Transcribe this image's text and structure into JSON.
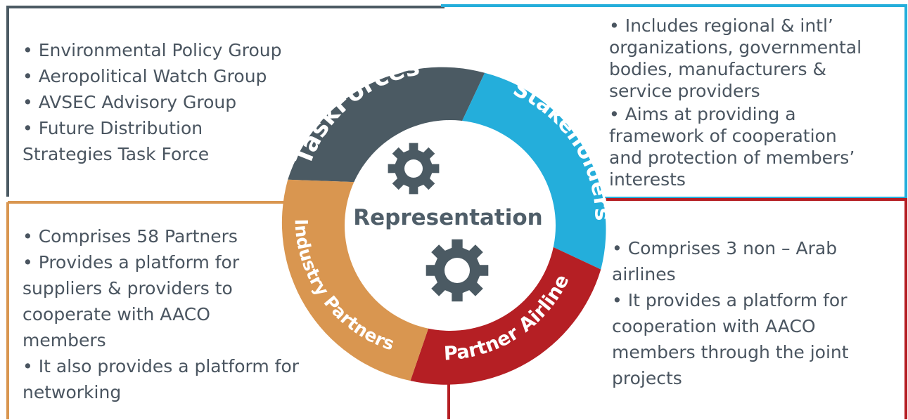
{
  "center": {
    "title": "Representation"
  },
  "colors": {
    "taskforces": "#4b5a63",
    "stakeholders": "#24aedb",
    "partner_airlines": "#b51f24",
    "industry_partners": "#d99650",
    "gear": "#4b5a63",
    "text": "#4a5560"
  },
  "segments": {
    "taskforces": "TaskForces",
    "stakeholders": "Stakeholders",
    "partner_airlines": "Partner Airlines",
    "industry_partners": "Industry Partners"
  },
  "quadrants": {
    "taskforces": {
      "lines": [
        "• Environmental Policy Group",
        "• Aeropolitical Watch Group",
        "• AVSEC Advisory Group",
        "• Future Distribution",
        "   Strategies Task Force"
      ]
    },
    "stakeholders": {
      "lines": [
        "• Includes regional & intl’",
        "   organizations, governmental",
        "   bodies, manufacturers &",
        "   service providers",
        "• Aims at providing a",
        "   framework of cooperation",
        "   and protection of members’",
        "   interests"
      ]
    },
    "industry_partners": {
      "lines": [
        "• Comprises 58 Partners",
        "• Provides a platform for",
        "   suppliers & providers to",
        "   cooperate with AACO",
        "   members",
        "• It also provides a platform for",
        "   networking"
      ]
    },
    "partner_airlines": {
      "lines": [
        "• Comprises 3 non – Arab",
        "   airlines",
        "• It provides a platform for",
        "   cooperation with AACO",
        "   members through the joint",
        "   projects"
      ]
    }
  },
  "icons": [
    "gear-icon",
    "gear-icon"
  ]
}
